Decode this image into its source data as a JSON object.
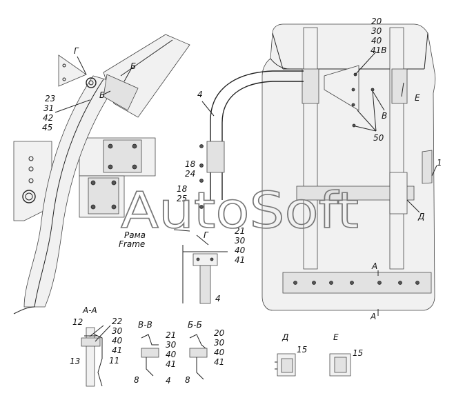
{
  "callouts": {
    "p20": "20",
    "p30": "30",
    "p40": "40",
    "p41B": "41В",
    "p4": "4",
    "pG": "Г",
    "pB": "Б",
    "p23": "23",
    "p31": "31",
    "p42": "42",
    "p45": "45",
    "pV": "В",
    "pE": "Е",
    "p50": "50",
    "p1": "1",
    "p18a": "18",
    "p24": "24",
    "p18b": "18",
    "p25": "25",
    "pD": "Д",
    "pA1": "А",
    "pA2": "А",
    "frame_ru": "Рама",
    "frame_en": "Frame"
  },
  "detail_g": {
    "title": "Г",
    "n21": "21",
    "n30": "30",
    "n40": "40",
    "n41": "41",
    "n4": "4"
  },
  "section_aa": {
    "title": "А-А",
    "n12": "12",
    "n22": "22",
    "n30": "30",
    "n40": "40",
    "n41": "41",
    "n13": "13",
    "n11": "11"
  },
  "section_vv": {
    "title": "В-В",
    "n21": "21",
    "n30": "30",
    "n40": "40",
    "n41": "41",
    "n8": "8",
    "n4": "4"
  },
  "section_bb": {
    "title": "Б-Б",
    "n20": "20",
    "n30": "30",
    "n40": "40",
    "n41": "41",
    "n8": "8"
  },
  "view_d": {
    "title": "Д",
    "n15": "15"
  },
  "view_e": {
    "title": "Е",
    "n15": "15"
  },
  "watermark": "AutoSoft"
}
